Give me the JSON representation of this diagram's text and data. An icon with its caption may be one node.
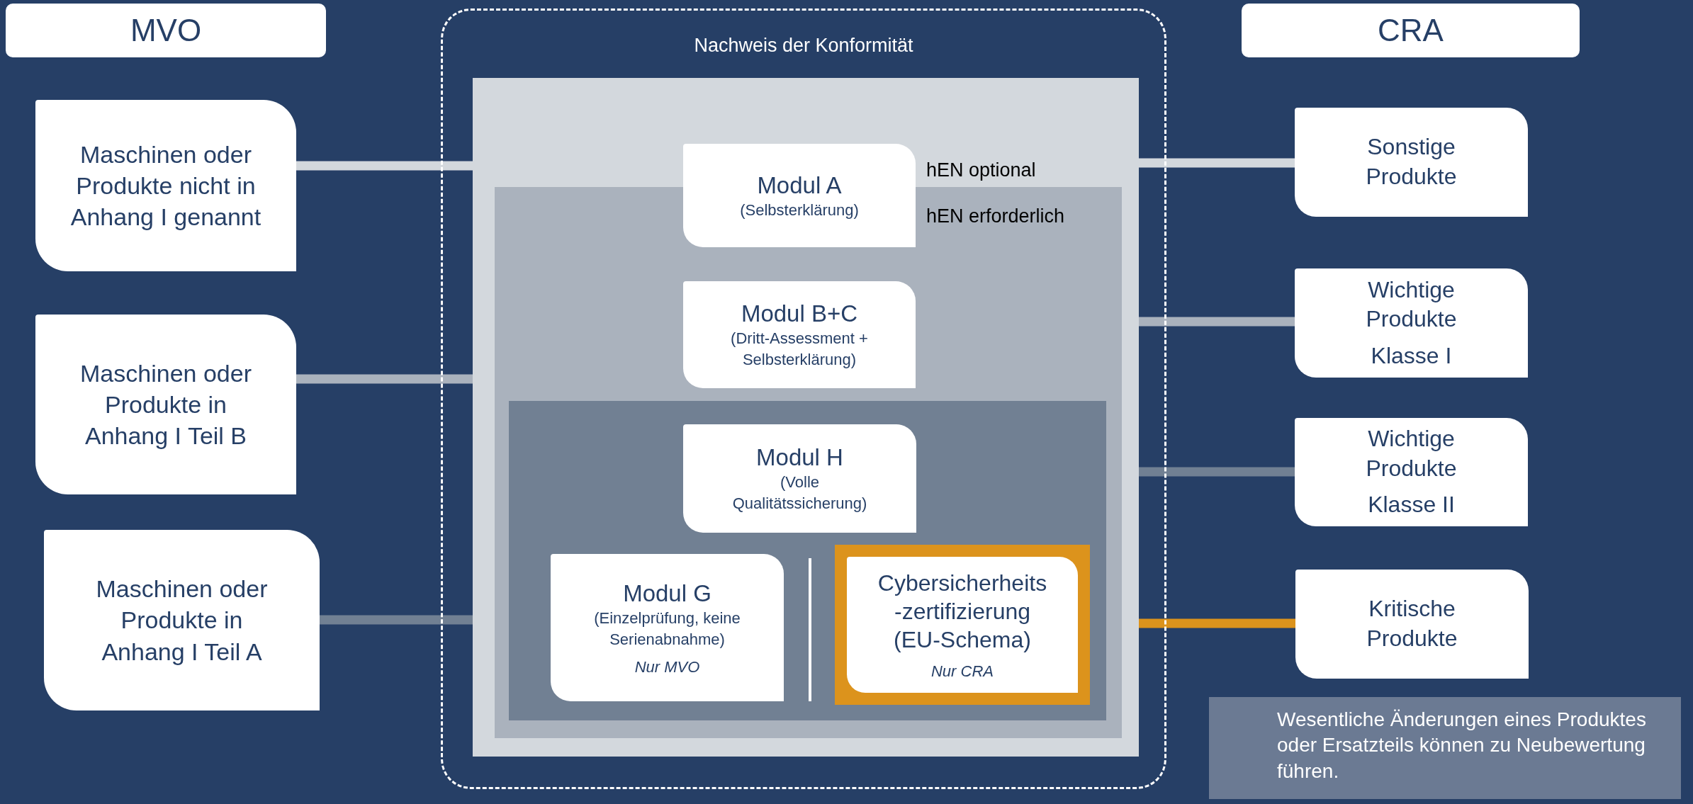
{
  "diagram": {
    "nodes": [
      {
        "text": [
          "MVO"
        ]
      },
      {
        "text": [
          "CRA"
        ]
      },
      {
        "text": [
          "Maschinen oder Produkte nicht in Anhang I genannt"
        ]
      },
      {
        "text": [
          "Maschinen oder Produkte in Anhang I Teil B"
        ]
      },
      {
        "text": [
          "Maschinen oder Produkte in Anhang I Teil A"
        ]
      },
      {
        "text": [
          "Nachweis der Konformität"
        ]
      },
      {
        "text": [
          "hEN optional"
        ],
        "in": 5
      },
      {
        "text": [
          "hEN erforderlich"
        ],
        "in": 6
      },
      {
        "text": [],
        "shape": "box",
        "in": 7
      },
      {
        "text": [
          "Modul A",
          "(Selbsterklärung)"
        ],
        "in": 6
      },
      {
        "text": [
          "Modul B+C",
          "(Dritt-Assessment + Selbsterklärung)"
        ],
        "in": 7
      },
      {
        "text": [
          "Modul H",
          "(Volle Qualitätssicherung)"
        ],
        "in": 8
      },
      {
        "text": [
          "Modul G",
          "(Einzelprüfung, keine Serienabnahme)",
          "Nur MVO"
        ],
        "in": 8
      },
      {
        "text": [
          "Cybersicherheits -zertifizierung (EU-Schema)",
          "Nur CRA"
        ],
        "in": 8
      },
      {
        "text": [
          "Sonstige Produkte"
        ]
      },
      {
        "text": [
          "Wichtige Produkte",
          "Klasse I"
        ]
      },
      {
        "text": [
          "Wichtige Produkte",
          "Klasse II"
        ]
      },
      {
        "text": [
          "Kritische Produkte"
        ]
      },
      {
        "text": [
          "Wesentliche Änderungen eines Produktes oder Ersatzteils können zu Neubewertung führen."
        ]
      }
    ],
    "edges": [
      {
        "from": 2,
        "to": 6,
        "arrow": "none",
        "color": "#d3d8dd"
      },
      {
        "from": 3,
        "to": 7,
        "arrow": "none",
        "color": "#aab2bd"
      },
      {
        "from": 4,
        "to": 8,
        "arrow": "none",
        "color": "#718093"
      },
      {
        "from": 6,
        "to": 14,
        "arrow": "none",
        "color": "#d3d8dd"
      },
      {
        "from": 7,
        "to": 15,
        "arrow": "none",
        "color": "#aab2bd"
      },
      {
        "from": 8,
        "to": 16,
        "arrow": "none",
        "color": "#718093"
      },
      {
        "from": 13,
        "to": 17,
        "arrow": "none",
        "color": "#dc931c"
      }
    ]
  }
}
